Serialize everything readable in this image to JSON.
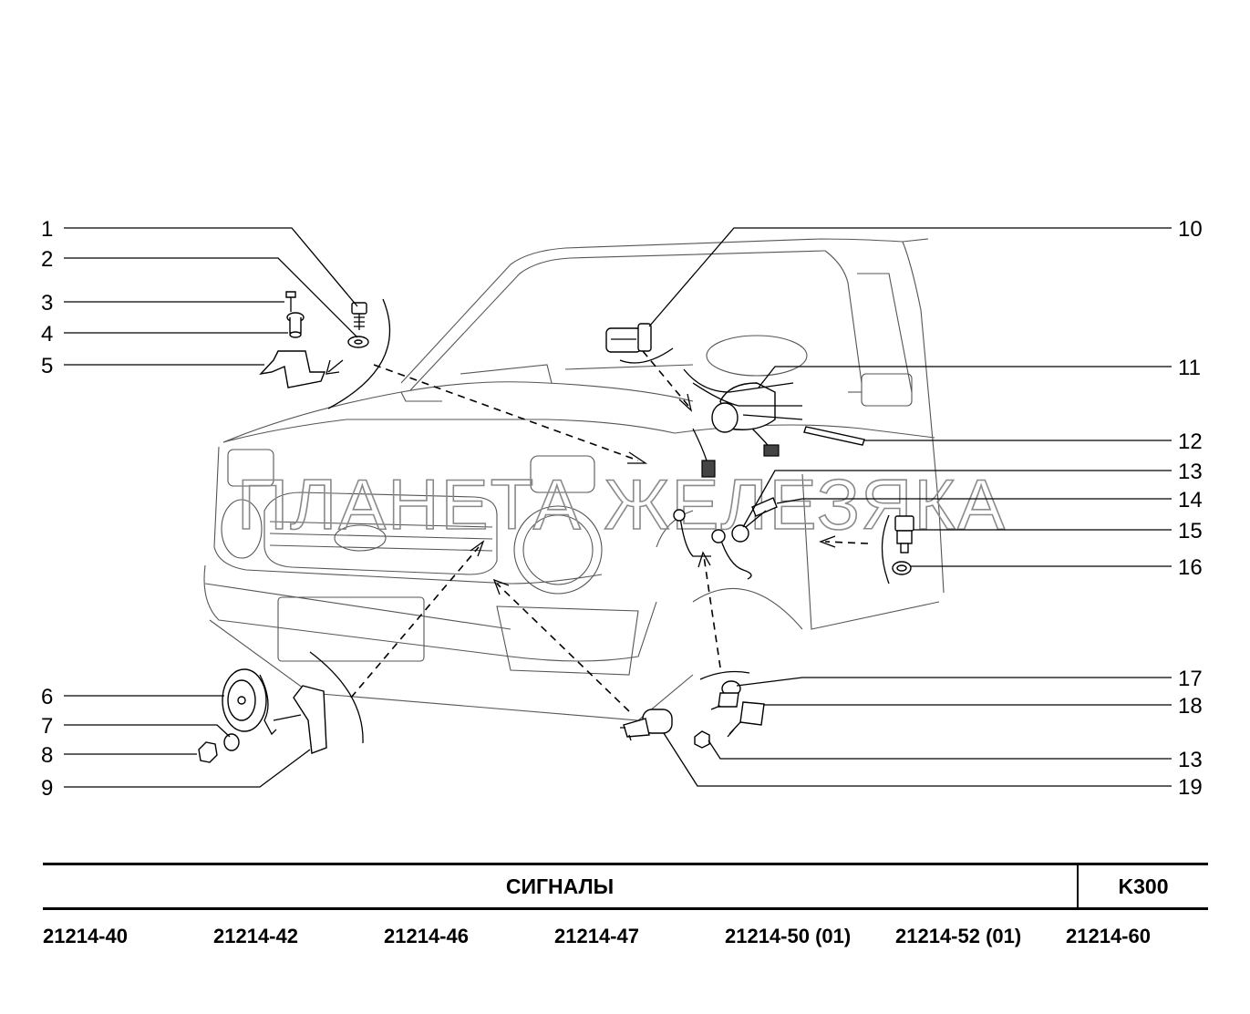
{
  "watermark": "ПЛАНЕТА ЖЕЛЕЗЯКА",
  "callouts": {
    "n1": "1",
    "n2": "2",
    "n3": "3",
    "n4": "4",
    "n5": "5",
    "n6": "6",
    "n7": "7",
    "n8": "8",
    "n9": "9",
    "n10": "10",
    "n11": "11",
    "n12": "12",
    "n13a": "13",
    "n14": "14",
    "n15": "15",
    "n16": "16",
    "n17": "17",
    "n18": "18",
    "n13b": "13",
    "n19": "19"
  },
  "footer": {
    "title": "СИГНАЛЫ",
    "code": "K300"
  },
  "models": [
    "21214-40",
    "21214-42",
    "21214-46",
    "21214-47",
    "21214-50 (01)",
    "21214-52 (01)",
    "21214-60"
  ]
}
